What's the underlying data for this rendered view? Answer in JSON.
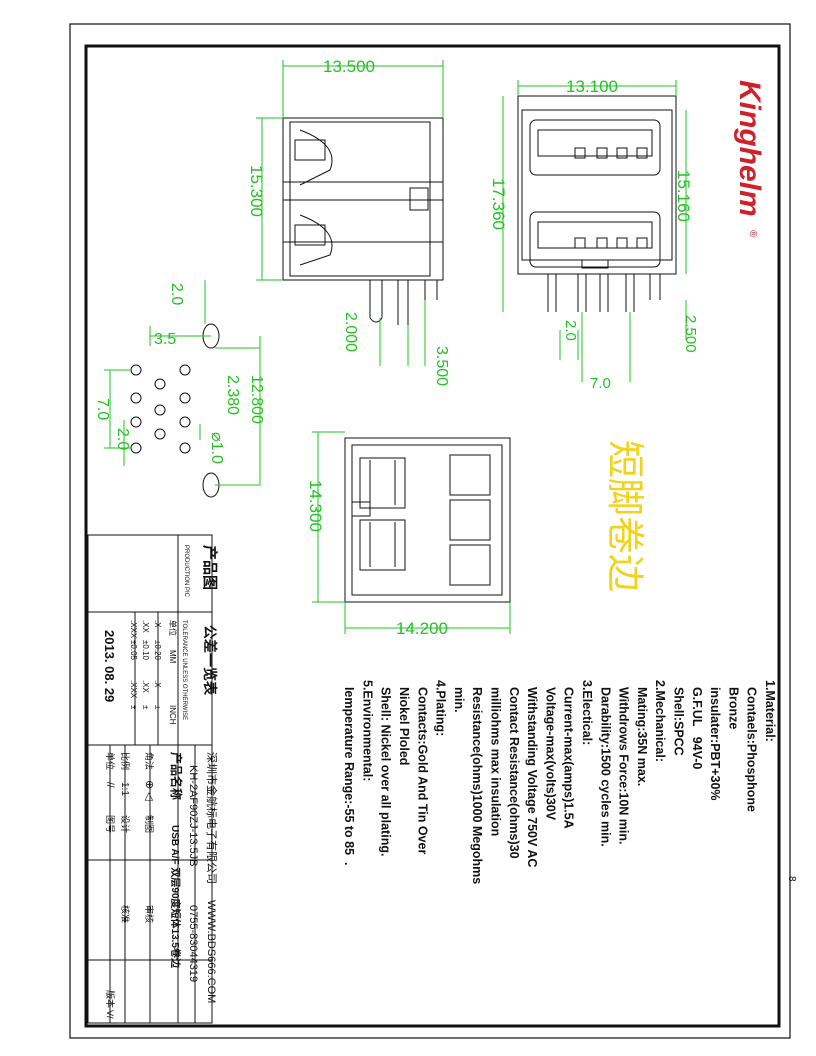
{
  "brand": {
    "logo_text": "Kinghelm",
    "registered_mark": "®",
    "color": "#d0202a"
  },
  "colors": {
    "dimension": "#22c322",
    "outline": "#111111",
    "annotation": "#f2d21b"
  },
  "dimensions": {
    "top_width": "13.500",
    "top_height": "15.300",
    "front_width": "13.100",
    "front_height": "17.360",
    "front_height_2": "15.160",
    "pin_2": "2.0",
    "pin_2500": "2.500",
    "pin_7": "7.0",
    "side_2000": "2.000",
    "side_3500": "3.500",
    "pcb_2": "2.0",
    "pcb_35": "3.5",
    "pcb_12800": "12.800",
    "pcb_2380": "2.380",
    "pcb_phi": "⌀1.0",
    "pcb_7": "7.0",
    "pcb_2b": "2.0",
    "bottom_14300": "14.300",
    "bottom_14200": "14.200"
  },
  "annotation": {
    "cn_text": "短脚卷边"
  },
  "notes": [
    "1.Material:",
    "  Contaels:Phosphone",
    "  Bronze",
    "  insulater:PBT+30%",
    "  G.F.UL   94V-0",
    "  Shell:SPCC",
    "2.Mechanical:",
    "  Mating:35N max.",
    "  Withdrows Force:10N min.",
    "  Darability:1500 cycles min.",
    "3.Electical:",
    "  Current-max(amps)1.5A",
    "  Voltage-max(volts)30V",
    "  Withstanding Voltage 750V AC",
    "  Contact Resistance(ohms)30",
    "  milliohms max insulation",
    "  Resistance(ohms)1000 Megohms",
    "  min.",
    "4.Plating:",
    "  Contacts:Gold And Tin Over",
    "  Niokel Ploled",
    "  Shell: Nickel over all plating.",
    "5.Environmental:",
    "  Iemperature Range:-55 to 85  ."
  ],
  "title_block": {
    "drawing_type": "产品图",
    "drawing_type_en": "PRODUCTION PIC",
    "tolerance_title": "公差一览表",
    "tolerance_title_en": "TOLERANCE UNLESS OTHERWISE",
    "unit_label": "单位",
    "unit_mm": "MM",
    "unit_inch": "INCH",
    "tol_rows": [
      {
        "dec": ".X",
        "mm": "±0.20",
        "in_dec": ".X",
        "in_val": "±"
      },
      {
        "dec": ".XX",
        "mm": "±0.10",
        "in_dec": ".XX",
        "in_val": "±"
      },
      {
        "dec": ".XXX",
        "mm": "±0.05",
        "in_dec": ".XXX",
        "in_val": "±"
      }
    ],
    "date": "2013. 08. 29",
    "company": "深圳市金航标电子有限公司",
    "website": "WWW.BDS666.COM",
    "part_number": "KH-2AF90ZJ-13.5JB",
    "phone": "0755-83044319",
    "product_name_label": "产品名称",
    "product_name": "USB A/F 双层90度短体13.5卷边",
    "angle_label": "角法",
    "scale_label": "比例",
    "scale_value": "1:1",
    "design_label": "设计",
    "drawing_label": "制图",
    "check_label": "审核",
    "approve_label": "核准",
    "unit2_label": "单位",
    "unit2_value": "//",
    "drawing_no_label": "图号",
    "ver_label": "版本",
    "ver_value": "V/"
  },
  "page_mark": "8"
}
